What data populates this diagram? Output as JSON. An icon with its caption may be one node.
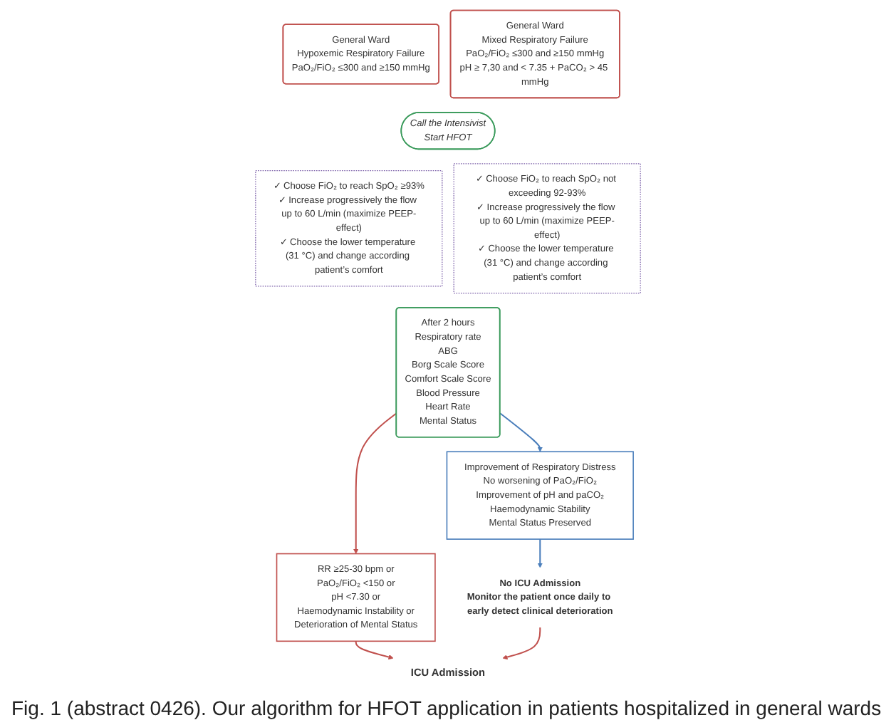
{
  "diagram": {
    "caption": "Fig. 1 (abstract 0426). Our algorithm for HFOT application in patients hospitalized in general wards",
    "nodes": [
      {
        "text": [
          "General Ward",
          "Hypoxemic Respiratory Failure",
          "PaO₂/FiO₂ ≤300 and ≥150 mmHg"
        ]
      },
      {
        "text": [
          "General Ward",
          "Mixed Respiratory Failure",
          "PaO₂/FiO₂ ≤300 and ≥150 mmHg",
          "pH ≥ 7,30 and < 7.35 + PaCO₂ > 45 mmHg"
        ]
      },
      {
        "text": [
          "Call the Intensivist",
          "Start HFOT"
        ]
      },
      {
        "text": [
          "✓ Choose FiO₂ to reach SpO₂ ≥93%",
          "✓ Increase progressively the flow up to 60 L/min (maximize PEEP-effect)",
          "✓ Choose the lower temperature (31 °C) and change according patient’s comfort"
        ]
      },
      {
        "text": [
          "✓ Choose FiO₂ to reach SpO₂ not exceeding 92-93%",
          "✓ Increase progressively the flow up to 60 L/min (maximize PEEP-effect)",
          "✓ Choose the lower temperature (31 °C) and change according patient’s comfort"
        ]
      },
      {
        "text": [
          "After 2 hours",
          "Respiratory rate",
          "ABG",
          "Borg Scale Score",
          "Comfort Scale Score",
          "Blood Pressure",
          "Heart Rate",
          "Mental Status"
        ]
      },
      {
        "text": [
          "Improvement of Respiratory Distress",
          "No worsening of PaO₂/FiO₂",
          "Improvement of pH and paCO₂",
          "Haemodynamic Stability",
          "Mental Status Preserved"
        ]
      },
      {
        "text": [
          "RR ≥25-30 bpm or",
          "PaO₂/FiO₂ <150 or",
          "pH <7.30 or",
          "Haemodynamic Instability or",
          "Deterioration of Mental Status"
        ]
      },
      {
        "text": [
          "No ICU Admission",
          "Monitor the patient once daily to early detect clinical deterioration"
        ]
      },
      {
        "text": [
          "ICU Admission"
        ]
      }
    ],
    "edges": [
      {
        "from": 5,
        "to": 6,
        "arrow": "to",
        "color": "#4a7ebb"
      },
      {
        "from": 5,
        "to": 7,
        "arrow": "to",
        "color": "#c0504d"
      },
      {
        "from": 6,
        "to": 8,
        "arrow": "to",
        "color": "#4a7ebb"
      },
      {
        "from": 7,
        "to": 9,
        "arrow": "to",
        "color": "#c0504d"
      },
      {
        "from": 8,
        "to": 9,
        "arrow": "to",
        "color": "#c0504d"
      }
    ]
  }
}
